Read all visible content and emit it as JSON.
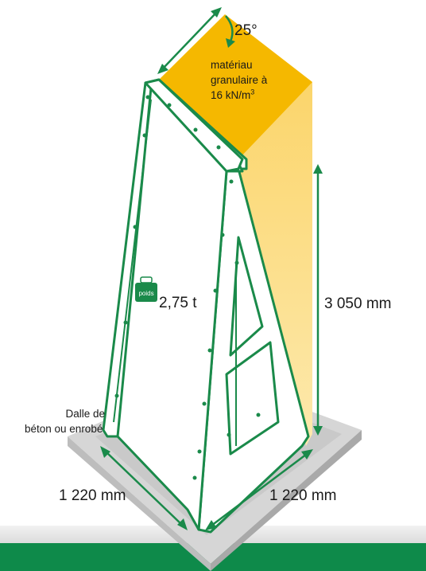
{
  "labels": {
    "angle": "25°",
    "material_line1": "matériau",
    "material_line2": "granulaire à",
    "material_line3": "16 kN/m",
    "material_sup": "3",
    "height": "3 050 mm",
    "weight": "2,75 t",
    "weight_icon_text": "poids",
    "slab_line1": "Dalle de",
    "slab_line2": "béton ou enrobé",
    "width_left": "1 220 mm",
    "width_right": "1 220 mm"
  },
  "colors": {
    "frame_green": "#1a8a4a",
    "material_dark": "#f5b800",
    "material_light": "#fbd56b",
    "slab": "#cfcfcf",
    "footer_green": "#0e8a4a"
  }
}
